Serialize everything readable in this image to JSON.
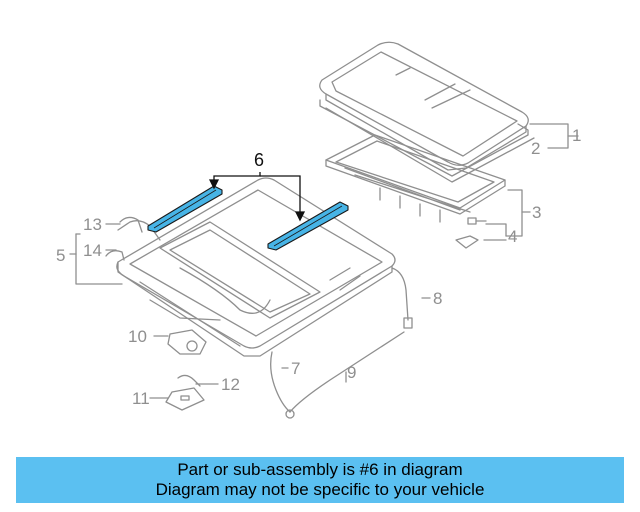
{
  "diagram": {
    "callouts": {
      "c1": "1",
      "c2": "2",
      "c3": "3",
      "c4": "4",
      "c5": "5",
      "c6": "6",
      "c7": "7",
      "c8": "8",
      "c9": "9",
      "c10": "10",
      "c11": "11",
      "c12": "12",
      "c13": "13",
      "c14": "14"
    },
    "highlight_color": "#47b4e6",
    "line_color": "#8f8f8f"
  },
  "banner": {
    "line1": "Part or sub-assembly is #6 in diagram",
    "line2": "Diagram may not be specific to your vehicle",
    "background": "#5bc0f1"
  }
}
